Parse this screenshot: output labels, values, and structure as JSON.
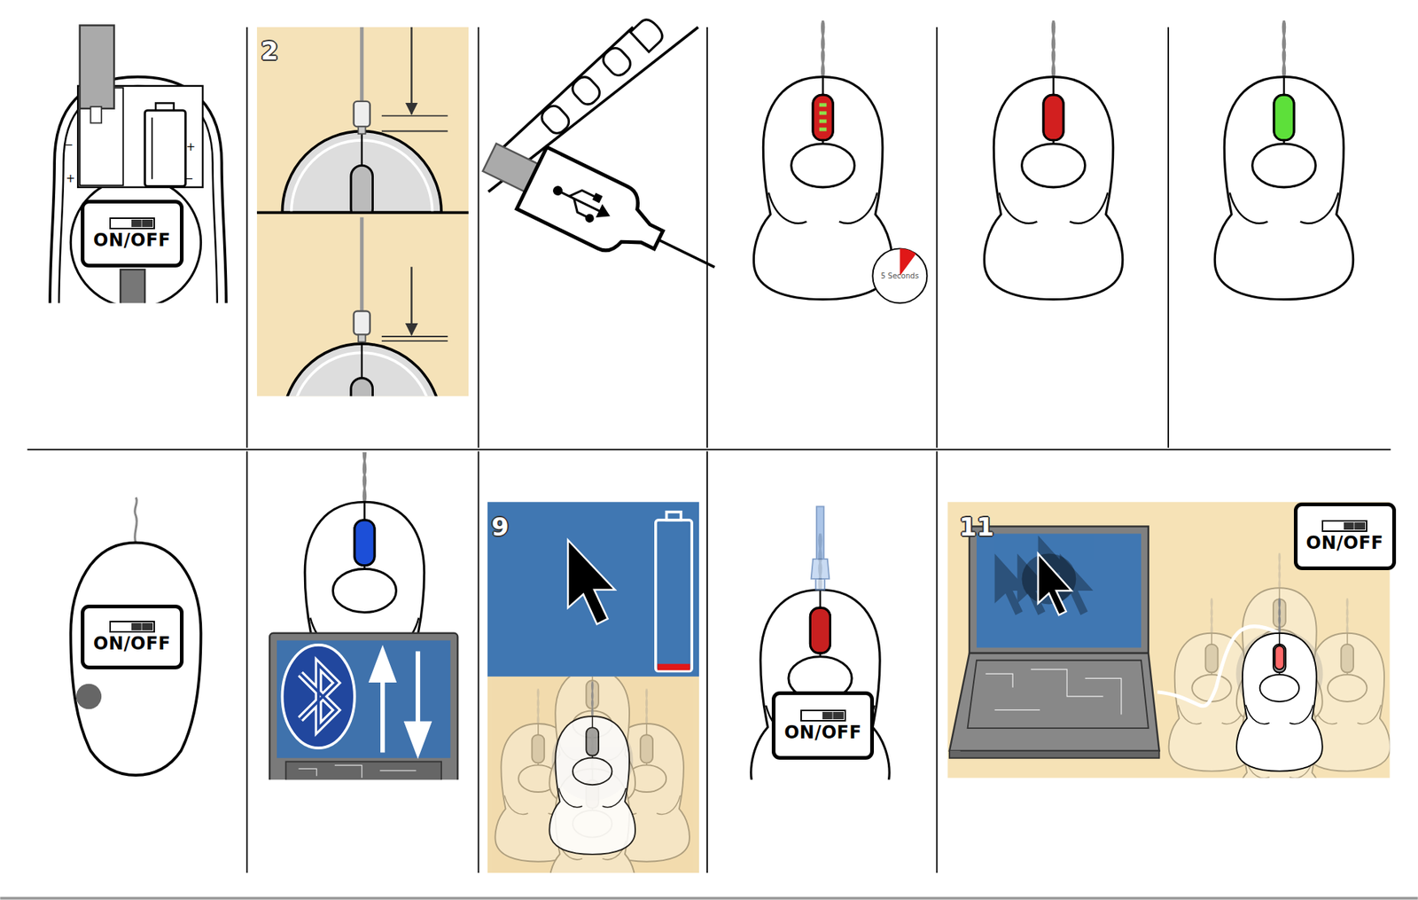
{
  "diagram": {
    "nodes": [
      {
        "text": [
          "ON/OFF"
        ]
      },
      {
        "text": [
          "5 Seconds"
        ]
      },
      {
        "text": [
          "ON/OFF"
        ]
      },
      {
        "text": [
          "ON/OFF"
        ]
      },
      {
        "text": [
          "ON/OFF"
        ]
      }
    ],
    "labels": [
      "2",
      "9",
      "11",
      "−",
      "+",
      "+",
      "−"
    ]
  }
}
